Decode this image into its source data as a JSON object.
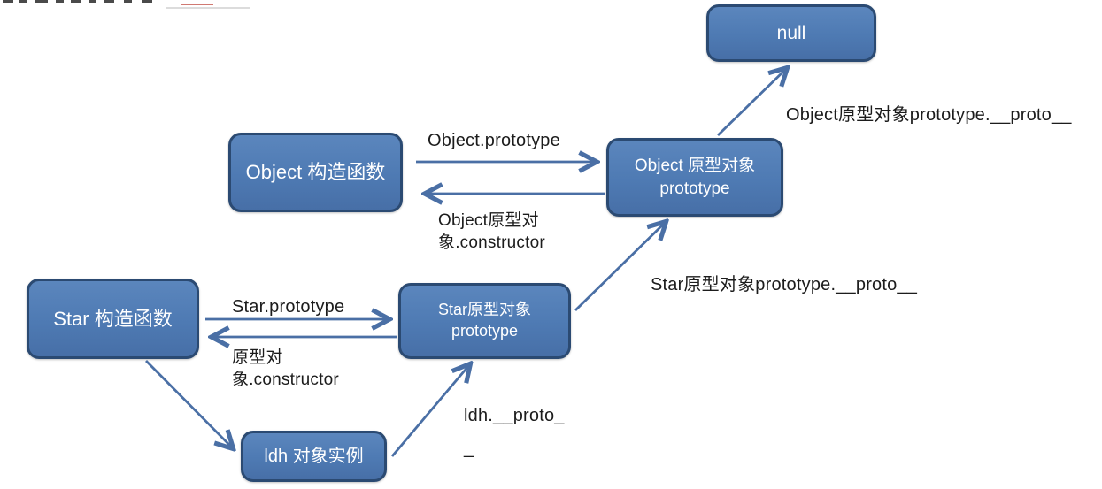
{
  "diagram": {
    "colors": {
      "box_fill": "#4e7ab3",
      "box_border": "#2b4a72",
      "box_text": "#ffffff",
      "arrow": "#4a6fa5",
      "label_text": "#1c1c1c",
      "background": "#ffffff"
    },
    "nodes": {
      "null_node": {
        "label": "null"
      },
      "object_constructor": {
        "label": "Object 构造函数"
      },
      "object_prototype": {
        "label": "Object 原型对象\nprototype"
      },
      "star_constructor": {
        "label": "Star 构造函数"
      },
      "star_prototype": {
        "label": "Star原型对象\nprototype"
      },
      "ldh_instance": {
        "label": "ldh 对象实例"
      }
    },
    "edge_labels": {
      "object_dot_prototype": "Object.prototype",
      "object_proto_constructor": "Object原型对\n象.constructor",
      "object_prototype_proto": "Object原型对象prototype.__proto__",
      "star_prototype_proto": "Star原型对象prototype.__proto__",
      "star_dot_prototype": "Star.prototype",
      "star_proto_constructor": "原型对\n象.constructor",
      "ldh_proto": "ldh.__proto_\n_"
    }
  }
}
